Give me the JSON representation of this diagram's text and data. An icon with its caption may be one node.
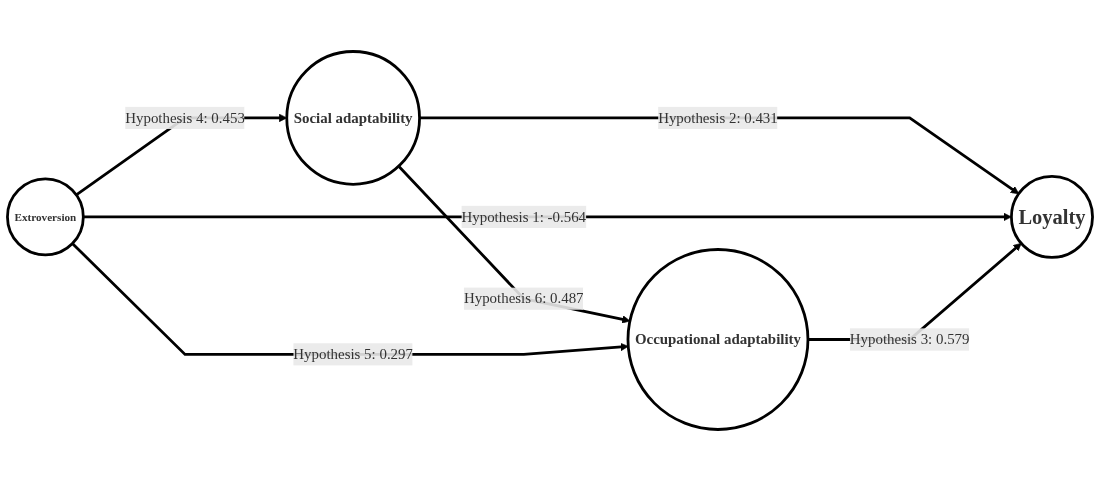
{
  "diagram": {
    "nodes": [
      {
        "text": [
          "Social adaptability"
        ]
      },
      {
        "text": [
          "Extroversion"
        ]
      },
      {
        "text": [
          "Loyalty"
        ]
      },
      {
        "text": [
          "Occupational adaptability"
        ]
      }
    ],
    "edges": [
      {
        "from": 0,
        "to": 2,
        "arrow": "to",
        "label": "Hypothesis 2: 0.431"
      },
      {
        "from": 1,
        "to": 0,
        "arrow": "to",
        "label": "Hypothesis 4: 0.453"
      },
      {
        "from": 1,
        "to": 2,
        "arrow": "to",
        "label": "Hypothesis 1: -0.564"
      },
      {
        "from": 0,
        "to": 3,
        "arrow": "to",
        "label": "Hypothesis 6: 0.487"
      },
      {
        "from": 1,
        "to": 3,
        "arrow": "to",
        "label": "Hypothesis 5: 0.297"
      },
      {
        "from": 3,
        "to": 2,
        "arrow": "to",
        "label": "Hypothesis 3: 0.579"
      }
    ]
  }
}
